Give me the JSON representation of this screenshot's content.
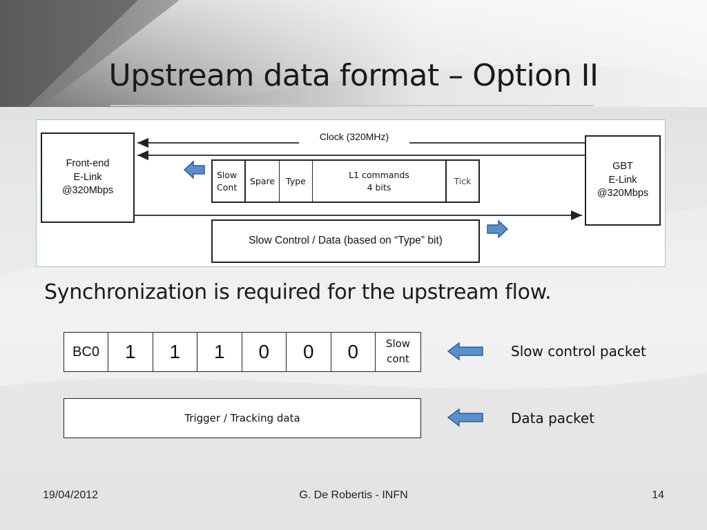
{
  "slide": {
    "title": "Upstream data format – Option II",
    "subtitle": "Synchronization is required for the upstream flow."
  },
  "diagram": {
    "clock_label": "Clock (320MHz)",
    "front_end_label": "Front-end\nE-Link\n@320Mbps",
    "gbt_label": "GBT\nE-Link\n@320Mbps",
    "frame_fields": [
      "Slow\nCont",
      "Spare",
      "Type",
      "L1 commands\n4 bits",
      "Tick"
    ],
    "upstream_label": "Slow Control / Data (based on “Type” bit)"
  },
  "slow_control_packet": {
    "header": "BC0",
    "bits": [
      "1",
      "1",
      "1",
      "0",
      "0",
      "0"
    ],
    "tail": "Slow\ncont",
    "label": "Slow control packet"
  },
  "data_packet": {
    "content": "Trigger / Tracking data",
    "label": "Data packet"
  },
  "footer": {
    "date": "19/04/2012",
    "author": "G. De Robertis - INFN",
    "page": "14"
  },
  "colors": {
    "arrow_fill": "#5b8fc9",
    "arrow_stroke": "#2f5f96",
    "panel_border": "#9fc0dd"
  }
}
